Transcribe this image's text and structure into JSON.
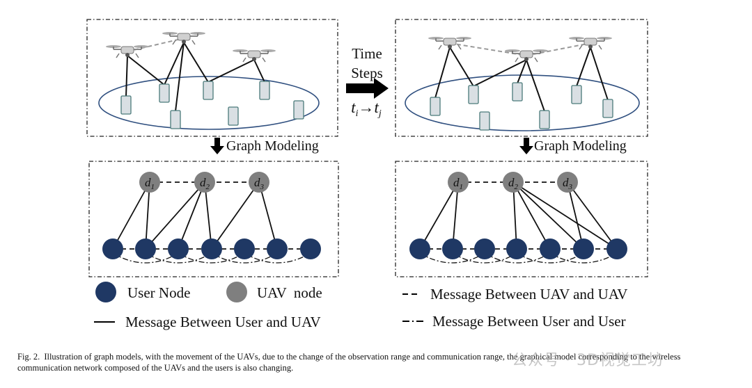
{
  "colors": {
    "user_node": "#1f3864",
    "uav_node": "#7f7f7f",
    "ellipse": "#2f4f7f",
    "device_fill": "#d9dfe3",
    "device_stroke": "#4a7a7a"
  },
  "diagram": {
    "time_label_line1": "Time",
    "time_label_line2": "Steps",
    "time_from": "t",
    "time_from_sub": "i",
    "time_arrow": "→",
    "time_to": "t",
    "time_to_sub": "j",
    "graph_modeling_left": "Graph Modeling",
    "graph_modeling_right": "Graph Modeling",
    "uav_labels_left": [
      {
        "base": "d",
        "sub": "1"
      },
      {
        "base": "d",
        "sub": "2"
      },
      {
        "base": "d",
        "sub": "3"
      }
    ],
    "uav_labels_right": [
      {
        "base": "d",
        "sub": "1"
      },
      {
        "base": "d",
        "sub": "2"
      },
      {
        "base": "d",
        "sub": "3"
      }
    ]
  },
  "legend": {
    "user_node": "User Node",
    "uav_node": "UAV  node",
    "uav_uav": "Message Between UAV and UAV",
    "user_uav": "Message Between User and UAV",
    "user_user": "Message Between User and User"
  },
  "caption": {
    "label": "Fig. 2.",
    "text": "Illustration of graph models, with the movement of the UAVs, due to the change of the observation range and communication range, the graphical model corresponding to the wireless communication network composed of the UAVs and the users is also changing."
  },
  "watermark": "公众号 · 3D视觉工坊"
}
